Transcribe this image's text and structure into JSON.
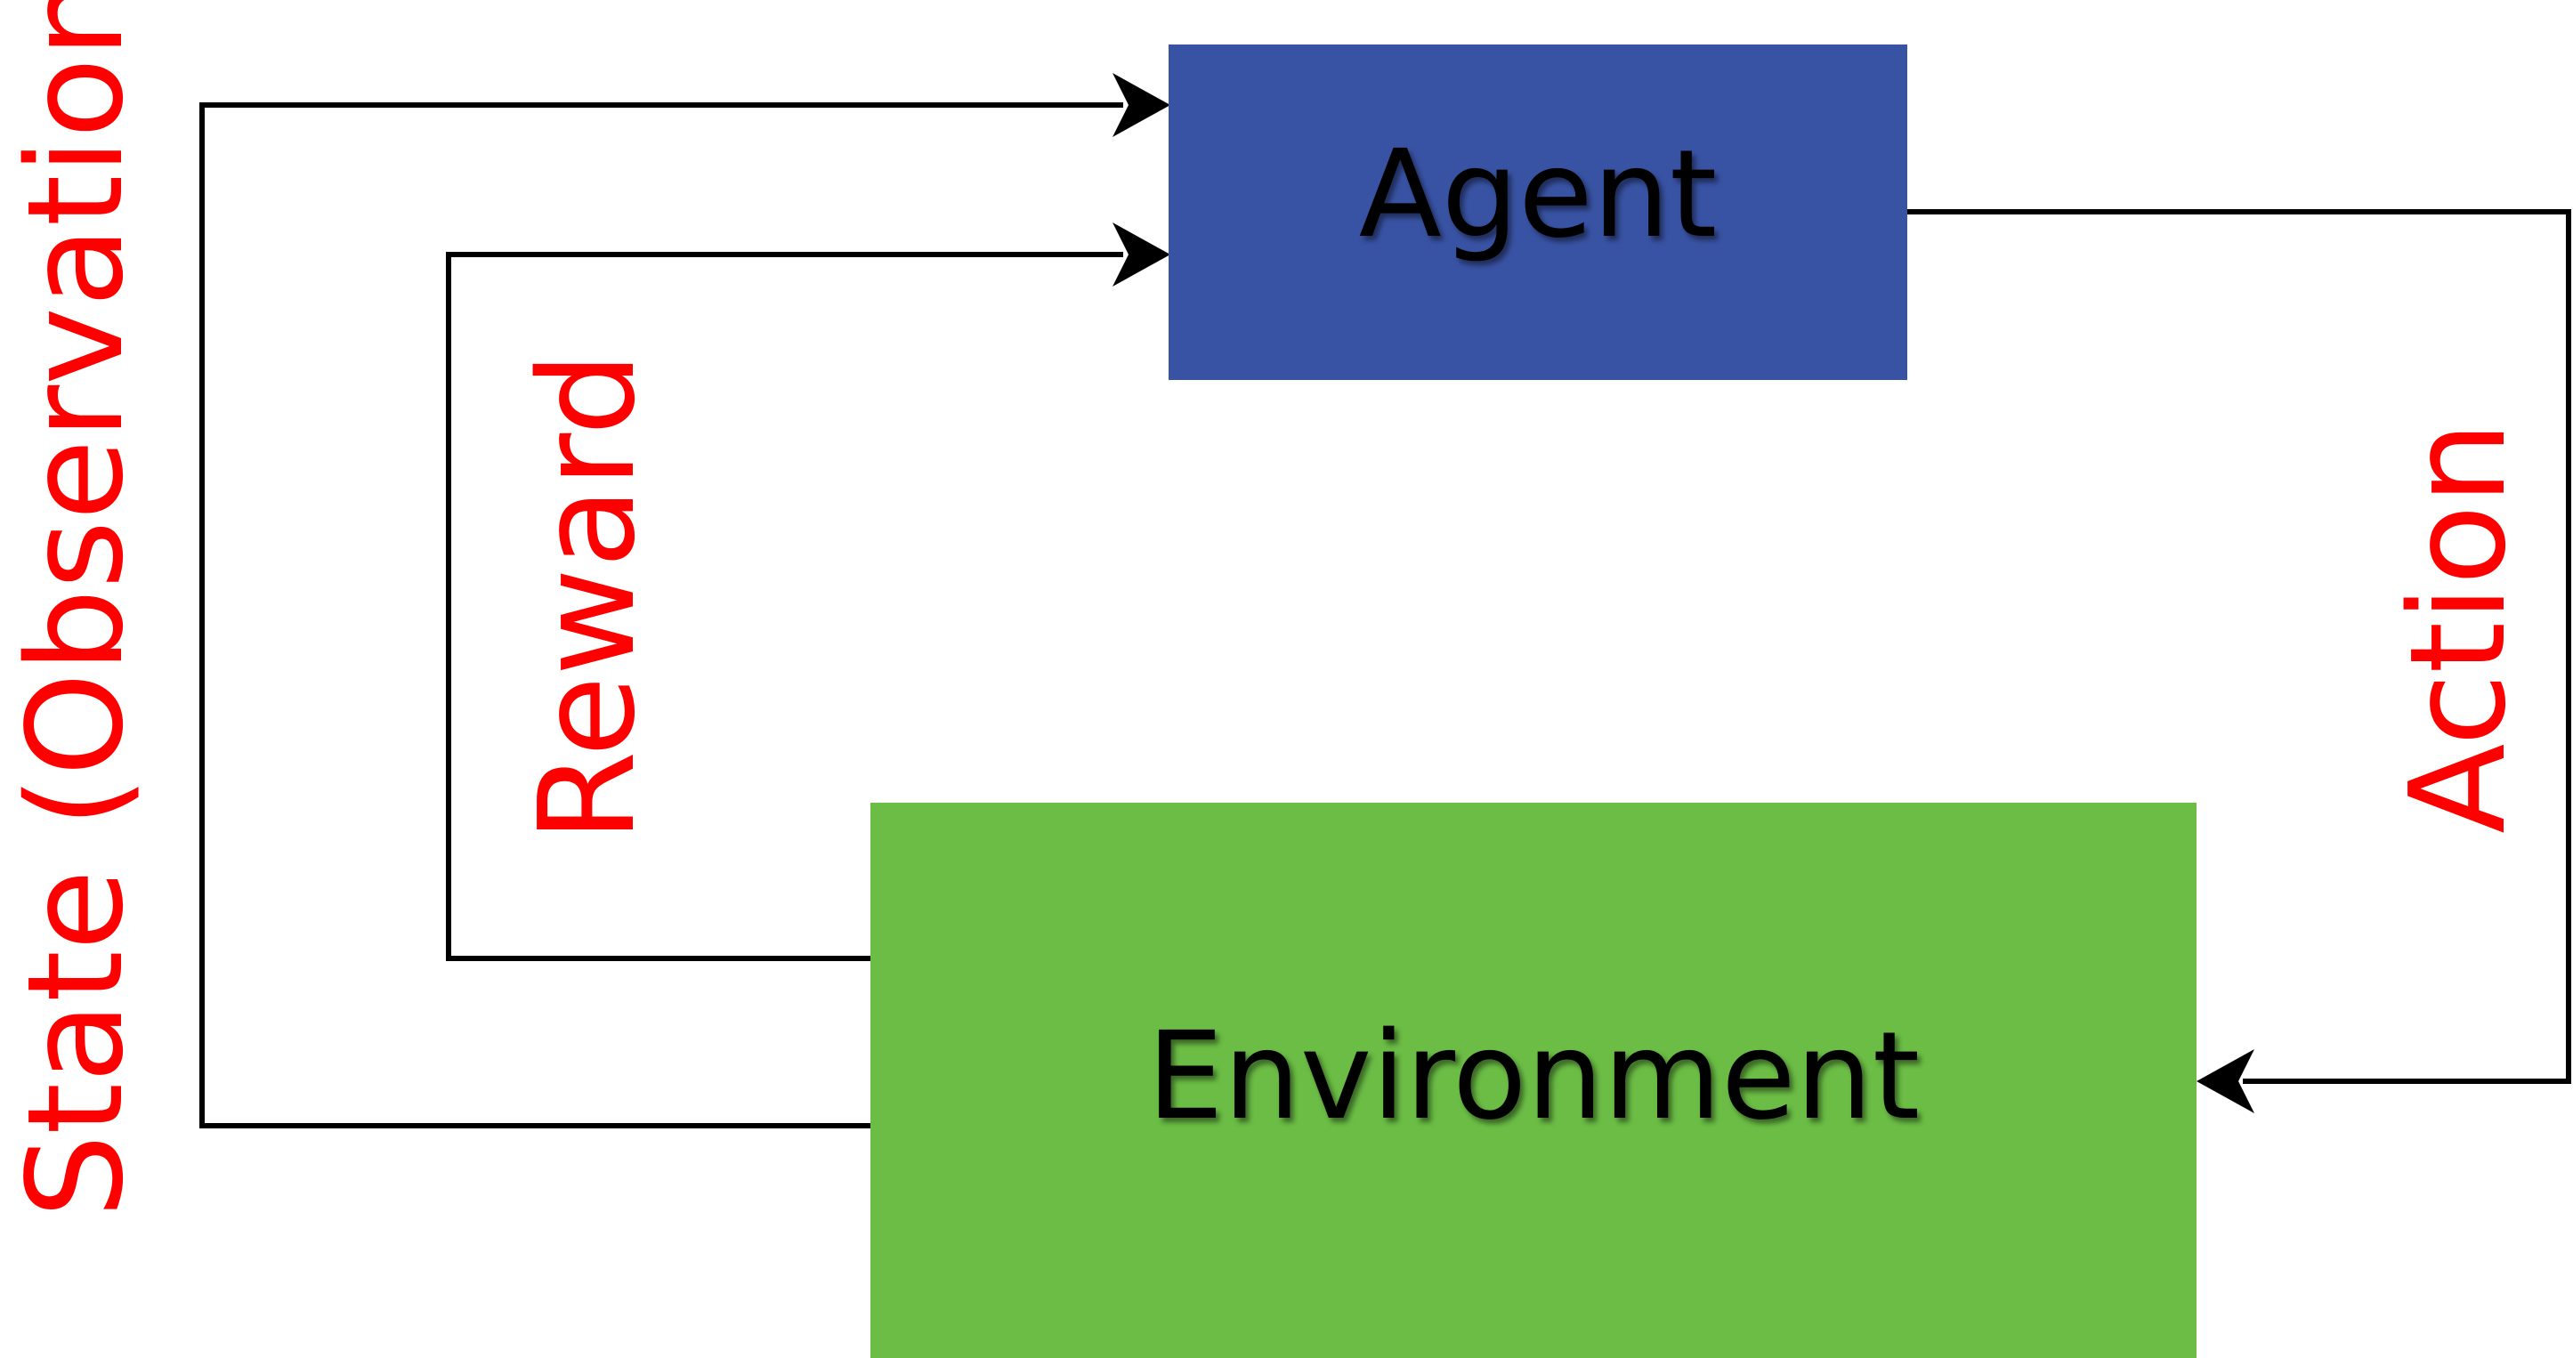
{
  "nodes": {
    "agent": {
      "label": "Agent",
      "color": "#3953a4"
    },
    "environment": {
      "label": "Environment",
      "color": "#6bbd45"
    }
  },
  "edges": {
    "state": {
      "label": "State (Observation)",
      "from": "Environment",
      "to": "Agent"
    },
    "reward": {
      "label": "Reward",
      "from": "Environment",
      "to": "Agent"
    },
    "action": {
      "label": "Action",
      "from": "Agent",
      "to": "Environment"
    }
  },
  "colors": {
    "edge_label": "#ff0000",
    "line": "#000000"
  }
}
